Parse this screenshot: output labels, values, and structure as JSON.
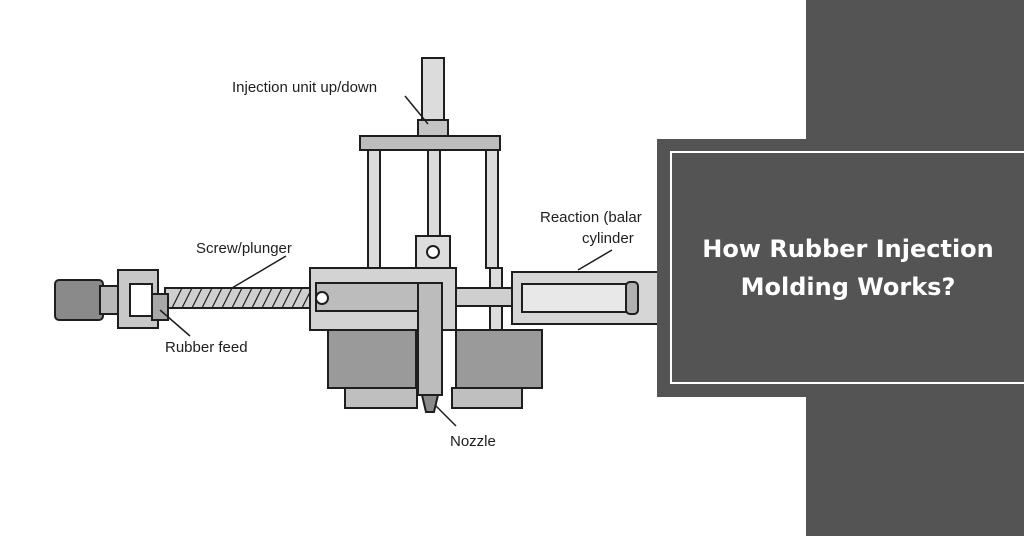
{
  "diagram": {
    "labels": {
      "injection_unit": "Injection unit up/down",
      "screw_plunger": "Screw/plunger",
      "rubber_feed": "Rubber feed",
      "nozzle": "Nozzle",
      "reaction_line1": "Reaction (balar",
      "reaction_line2": "cylinder"
    }
  },
  "card": {
    "title_line1": "How Rubber Injection",
    "title_line2": "Molding Works?"
  },
  "colors": {
    "panel": "#545454",
    "card": "#545454",
    "card_border": "#ffffff",
    "machine_fill": "#dcdcdc",
    "machine_dark": "#8a8a8a",
    "line": "#1e1e1e"
  }
}
